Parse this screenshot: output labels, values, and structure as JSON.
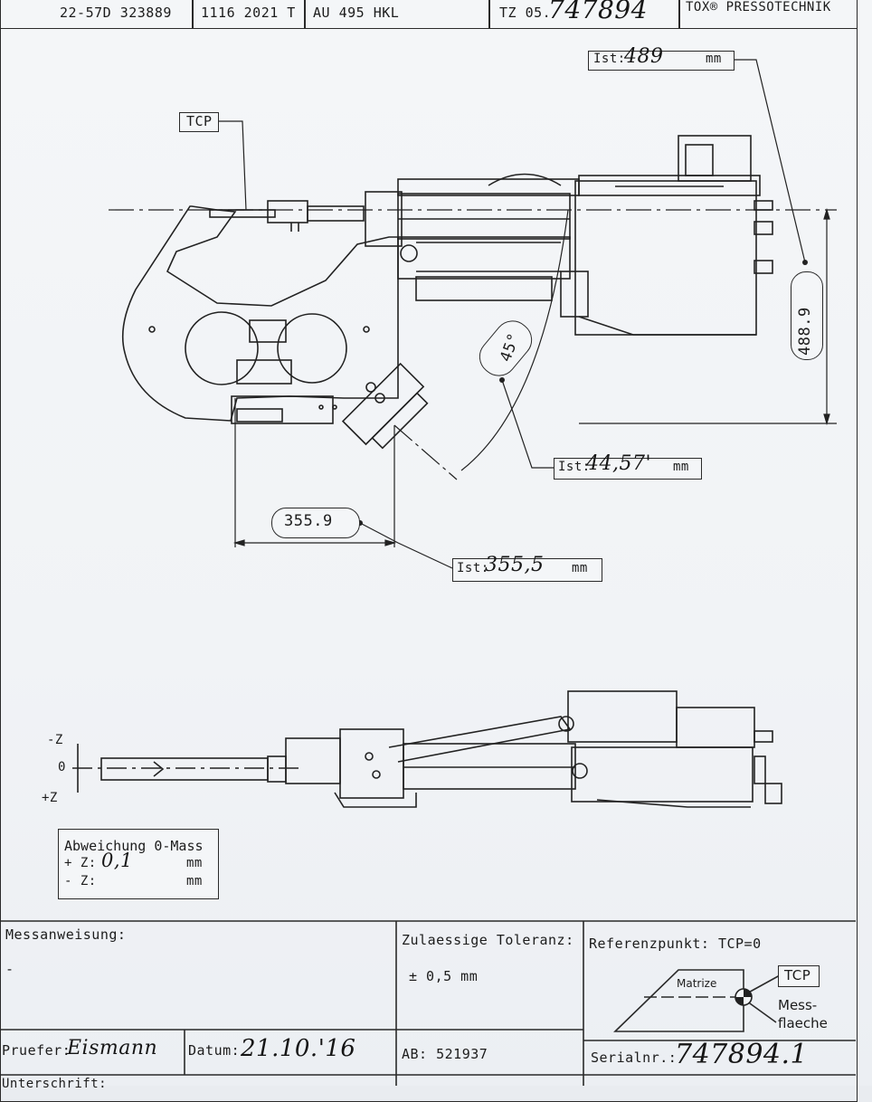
{
  "header": {
    "drawing_no": "22-57D 323889",
    "code": "1116 2021 T",
    "au": "AU 495 HKL",
    "tz_prefix": "TZ 05.",
    "tz_number": "747894",
    "company": "TOX® PRESSOTECHNIK"
  },
  "top_view": {
    "tcp_label": "TCP",
    "ist_height_prefix": "Ist:",
    "ist_height_value": "489",
    "ist_height_unit": "mm",
    "dim_height": "488.9",
    "dim_angle": "45°",
    "ist_angle_prefix": "Ist:",
    "ist_angle_value": "44,57'",
    "ist_angle_unit": "mm",
    "dim_width": "355.9",
    "ist_width_prefix": "Ist:",
    "ist_width_value": "355,5",
    "ist_width_unit": "mm"
  },
  "side_view": {
    "axis_minus_z": "-Z",
    "axis_zero": "0",
    "axis_plus_z": "+Z"
  },
  "deviation": {
    "title": "Abweichung 0-Mass",
    "plus_label": "+ Z:",
    "plus_value": "0,1",
    "plus_unit": "mm",
    "minus_label": "- Z:",
    "minus_value": "",
    "minus_unit": "mm"
  },
  "footer": {
    "instruction_label": "Messanweisung:",
    "instruction_value": "-",
    "tolerance_label": "Zulaessige Toleranz:",
    "tolerance_value": "± 0,5 mm",
    "reference_label": "Referenzpunkt: TCP=0",
    "ref_matrize": "Matrize",
    "ref_tcp": "TCP",
    "ref_mess": "Mess-",
    "ref_flaeche": "flaeche",
    "tester_label": "Pruefer:",
    "tester_value": "Eismann",
    "date_label": "Datum:",
    "date_value": "21.10.'16",
    "ab_label": "AB: 521937",
    "serial_label": "Serialnr.:",
    "serial_value": "747894.1",
    "signature_label": "Unterschrift:"
  }
}
